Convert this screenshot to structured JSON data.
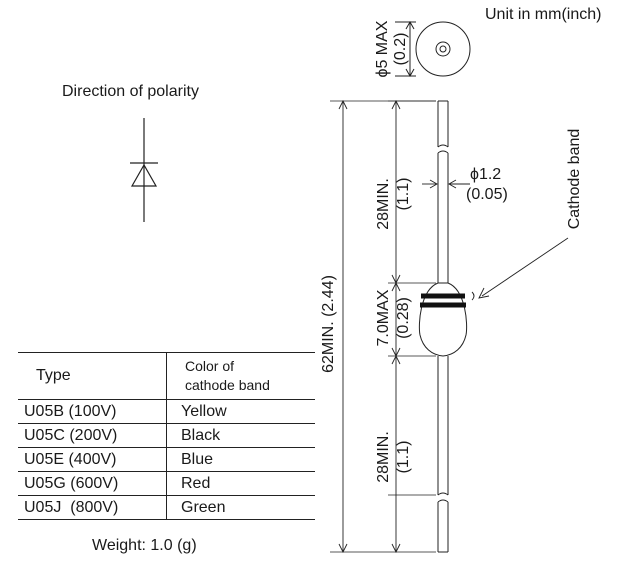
{
  "unit_note": "Unit in mm(inch)",
  "polarity_label": "Direction of polarity",
  "weight": "Weight: 1.0 (g)",
  "dimensions": {
    "body_diameter": "ϕ5 MAX",
    "body_diameter_inch": "(0.2)",
    "lead_diameter": "ϕ1.2",
    "lead_diameter_inch": "(0.05)",
    "cathode_band": "Cathode band",
    "total_length": "62MIN. (2.44)",
    "top_lead": "28MIN.",
    "top_lead_inch": "(1.1)",
    "body_length": "7.0MAX",
    "body_length_inch": "(0.28)",
    "bottom_lead": "28MIN.",
    "bottom_lead_inch": "(1.1)"
  },
  "table": {
    "headers": [
      "Type",
      "Color of cathode band"
    ],
    "header_line1": "Color of",
    "header_line2": "cathode band",
    "rows": [
      {
        "type": "U05B (100V)",
        "color": "Yellow"
      },
      {
        "type": "U05C (200V)",
        "color": "Black"
      },
      {
        "type": "U05E (400V)",
        "color": "Blue"
      },
      {
        "type": "U05G (600V)",
        "color": "Red"
      },
      {
        "type": "U05J  (800V)",
        "color": "Green"
      }
    ]
  }
}
